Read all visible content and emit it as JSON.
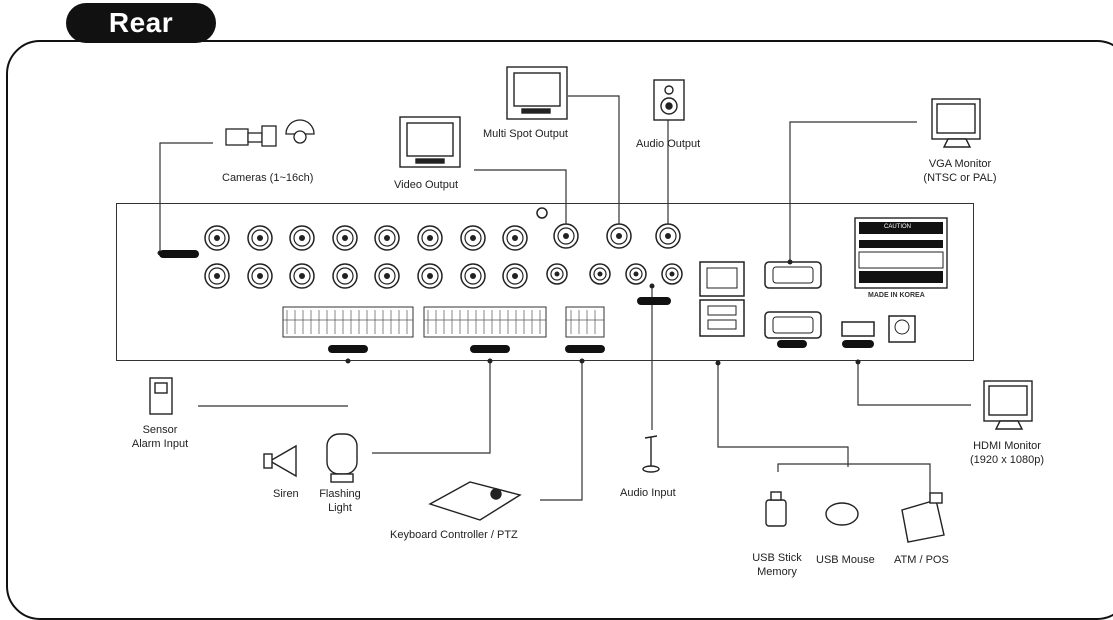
{
  "header": {
    "tab": "Rear"
  },
  "labels": {
    "cameras": "Cameras (1~16ch)",
    "video_output": "Video Output",
    "multi_spot_output": "Multi Spot Output",
    "audio_output": "Audio Output",
    "vga_monitor_1": "VGA Monitor",
    "vga_monitor_2": "(NTSC or PAL)",
    "sensor_1": "Sensor",
    "sensor_2": "Alarm Input",
    "siren": "Siren",
    "flashing_1": "Flashing",
    "flashing_2": "Light",
    "keyboard": "Keyboard Controller / PTZ",
    "audio_input": "Audio Input",
    "hdmi_1": "HDMI Monitor",
    "hdmi_2": "(1920 x 1080p)",
    "usb_stick_1": "USB Stick",
    "usb_stick_2": "Memory",
    "usb_mouse": "USB Mouse",
    "atm_pos": "ATM / POS",
    "made_in": "MADE IN KOREA",
    "caution": "CAUTION"
  }
}
